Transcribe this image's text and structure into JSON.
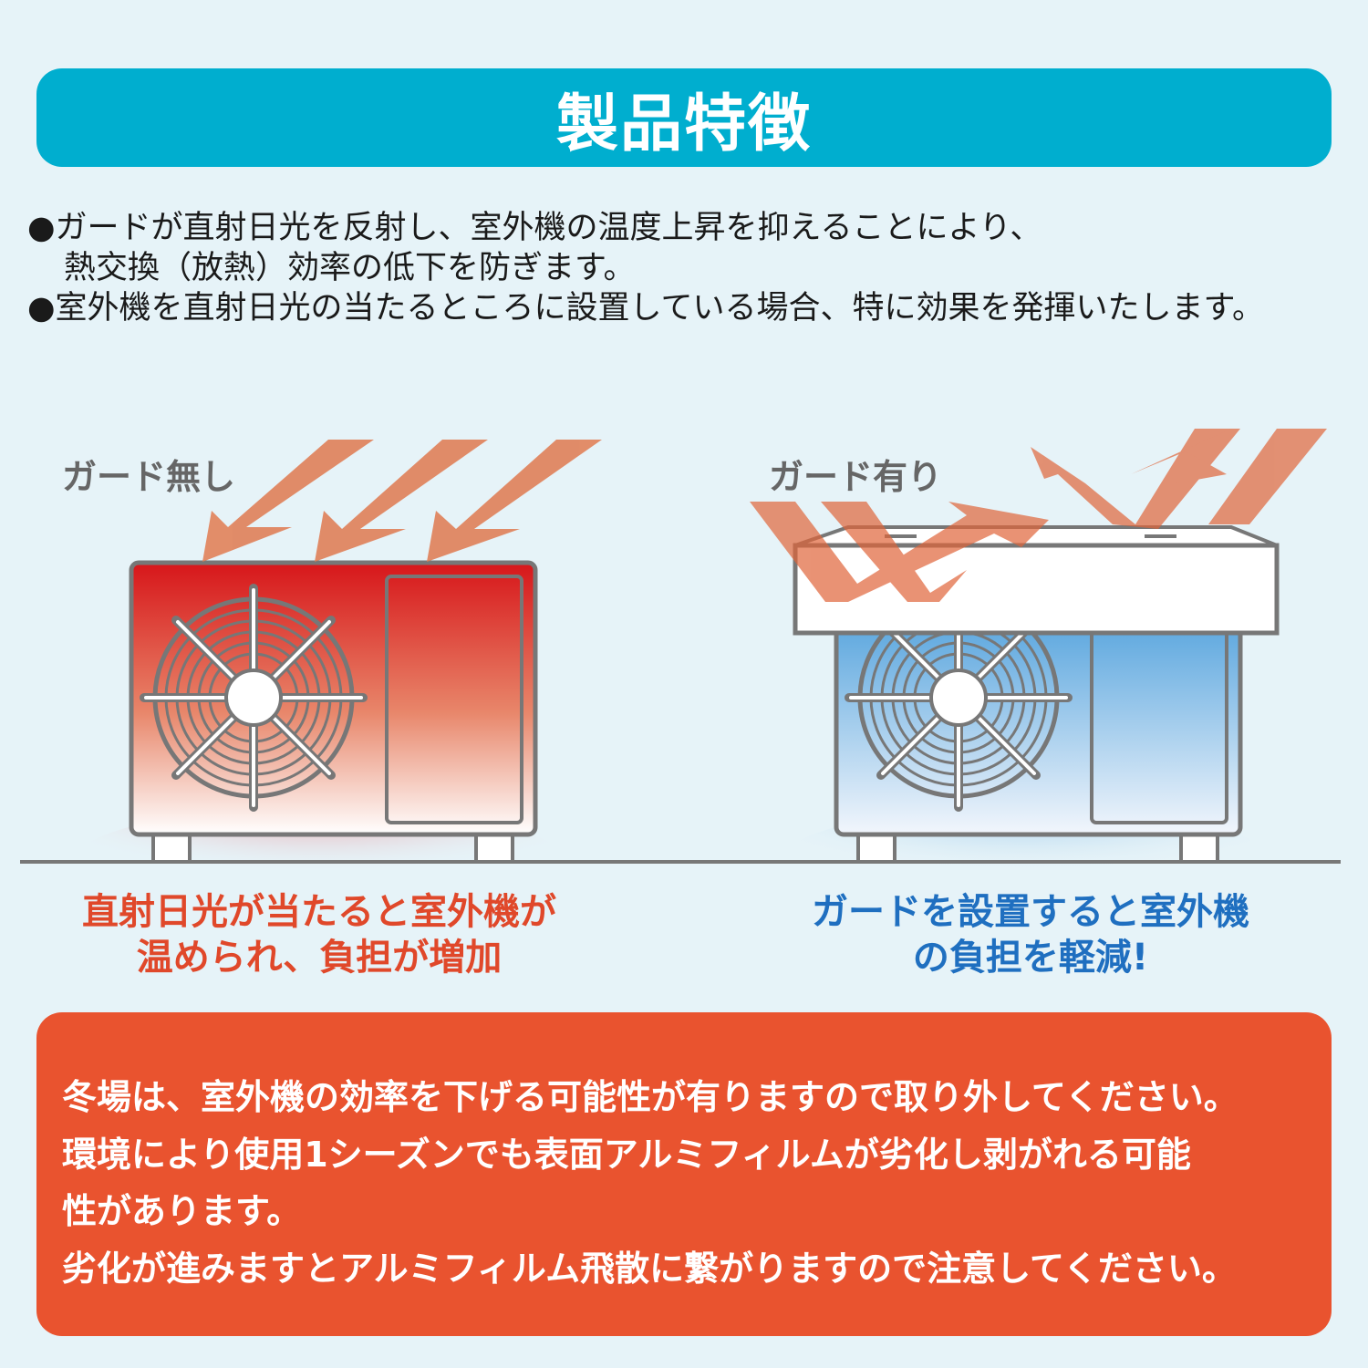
{
  "title": "製品特徴",
  "bullets": {
    "b1_line1": "●ガードが直射日光を反射し、室外機の温度上昇を抑えることにより、",
    "b1_line2": "熱交換（放熱）効率の低下を防ぎます。",
    "b2": "●室外機を直射日光の当たるところに設置している場合、特に効果を発揮いたします。"
  },
  "without_guard": {
    "label": "ガード無し",
    "caption_line1": "直射日光が当たると室外機が",
    "caption_line2": "温められ、負担が増加",
    "color": "#e0482a"
  },
  "with_guard": {
    "label": "ガード有り",
    "caption_line1": "ガードを設置すると室外機",
    "caption_line2": "の負担を軽減!",
    "color": "#1f6fc0"
  },
  "notice": {
    "lines": [
      "冬場は、室外機の効率を下げる可能性が有りますので取り外してください。",
      "環境により使用1シーズンでも表面アルミフィルムが劣化し剥がれる可能",
      "性があります。",
      "劣化が進みますとアルミフィルム飛散に繋がりますので注意してください。"
    ],
    "color": "#e9532f"
  },
  "colors": {
    "title_bar": "#00aecf",
    "background": "#e6f3f8",
    "sun_arrow": "#e07a50"
  }
}
